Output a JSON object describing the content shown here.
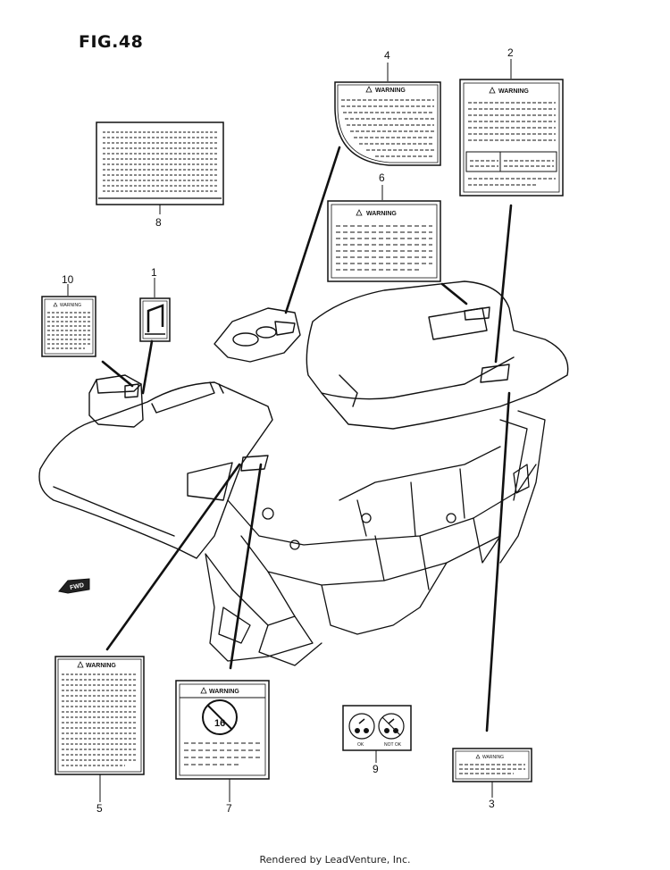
{
  "figure": {
    "title": "FIG.48"
  },
  "callouts": [
    {
      "id": "1",
      "text": "1"
    },
    {
      "id": "2",
      "text": "2"
    },
    {
      "id": "3",
      "text": "3"
    },
    {
      "id": "4",
      "text": "4"
    },
    {
      "id": "5",
      "text": "5"
    },
    {
      "id": "6",
      "text": "6"
    },
    {
      "id": "7",
      "text": "7"
    },
    {
      "id": "8",
      "text": "8"
    },
    {
      "id": "9",
      "text": "9"
    },
    {
      "id": "10",
      "text": "10"
    }
  ],
  "labels": {
    "warning": "WARNING",
    "fwd": "FWD",
    "age": "16",
    "pictogram_left": "OK",
    "pictogram_right": "NOT OK"
  },
  "footer": {
    "text": "Rendered by LeadVenture, Inc."
  }
}
